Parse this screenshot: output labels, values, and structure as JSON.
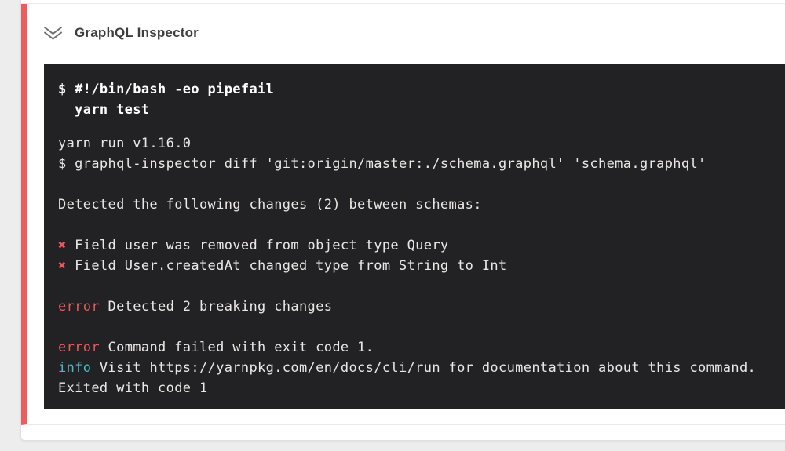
{
  "page": {
    "background": "#ededed"
  },
  "step": {
    "title": "GraphQL Inspector",
    "collapse_icon": "chevron-double-down-icon"
  },
  "colors": {
    "page_bg": "#ededed",
    "status": "#ee5d5d",
    "terminal_bg": "#222224",
    "terminal_text": "#e9e8e6",
    "bold_text": "#ffffff",
    "error": "#e05d5d",
    "info": "#4ab9c9",
    "cross": "#ea555e"
  },
  "terminal": {
    "command_lines": [
      "$ #!/bin/bash -eo pipefail",
      "  yarn test"
    ],
    "lines": [
      [
        {
          "t": "yarn run v1.16.0"
        }
      ],
      [
        {
          "t": "$ graphql-inspector diff 'git:origin/master:./schema.graphql' 'schema.graphql'"
        }
      ],
      [],
      [
        {
          "t": "Detected the following changes (2) between schemas:"
        }
      ],
      [],
      [
        {
          "t": "✖",
          "c": "cross"
        },
        {
          "t": " Field user was removed from object type Query"
        }
      ],
      [
        {
          "t": "✖",
          "c": "cross"
        },
        {
          "t": " Field User.createdAt changed type from String to Int"
        }
      ],
      [],
      [
        {
          "t": "error",
          "c": "error"
        },
        {
          "t": " Detected 2 breaking changes"
        }
      ],
      [],
      [
        {
          "t": "error",
          "c": "error"
        },
        {
          "t": " Command failed with exit code 1."
        }
      ],
      [
        {
          "t": "info",
          "c": "info"
        },
        {
          "t": " Visit https://yarnpkg.com/en/docs/cli/run for documentation about this command."
        }
      ],
      [
        {
          "t": "Exited with code 1"
        }
      ]
    ]
  }
}
